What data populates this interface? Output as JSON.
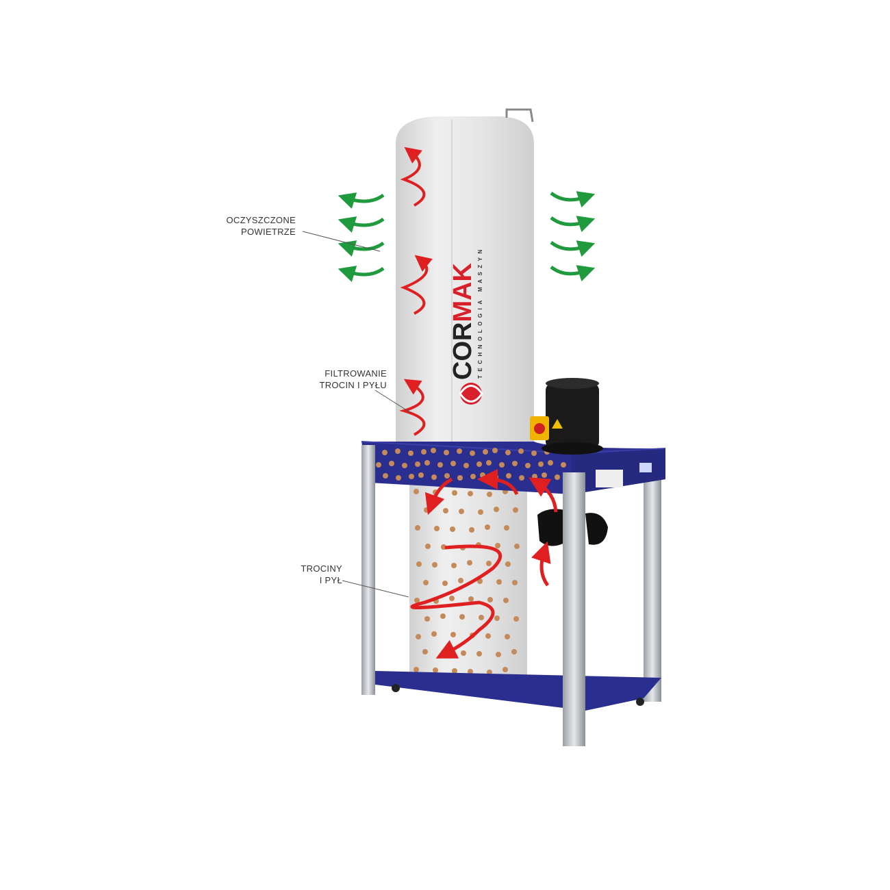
{
  "labels": {
    "clean_air": [
      "OCZYSZCZONE",
      "POWIETRZE"
    ],
    "filtering": [
      "FILTROWANIE",
      "TROCIN I PYŁU"
    ],
    "sawdust": [
      "TROCINY",
      "I PYŁ"
    ]
  },
  "logo": {
    "brand_prefix": "COR",
    "brand_suffix": "MAK",
    "tagline": "TECHNOLOGIA MASZYN"
  },
  "colors": {
    "frame": "#2a2f8f",
    "arrow_red": "#e02020",
    "arrow_green": "#1f9a3c",
    "bag": "#e4e4e4",
    "dust": "#c48a5a"
  }
}
